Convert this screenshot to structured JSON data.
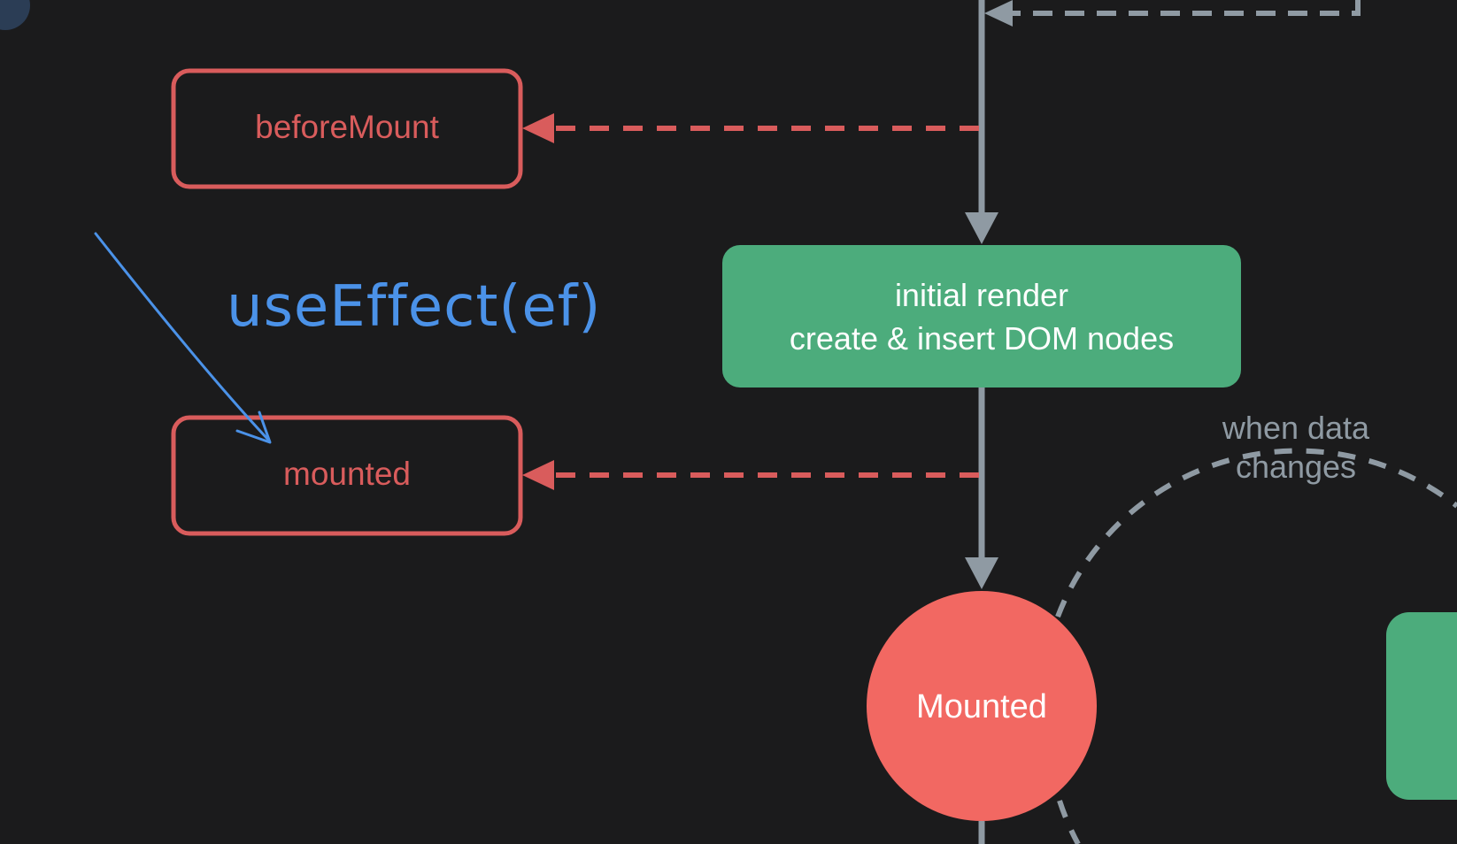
{
  "colors": {
    "background": "#1b1b1c",
    "hook": "#d95c5c",
    "flow_line": "#8f9aa3",
    "render_box": "#4cac7c",
    "mounted_state": "#f26862",
    "annotation": "#4b92e8",
    "label_text": "#ffffff"
  },
  "hooks": {
    "before_mount": "beforeMount",
    "mounted": "mounted"
  },
  "render_step": {
    "line1": "initial render",
    "line2": "create & insert DOM nodes"
  },
  "state": {
    "mounted": "Mounted"
  },
  "update_loop": {
    "line1": "when data",
    "line2": "changes"
  },
  "annotation": {
    "text": "useEffect(ef)",
    "icon": "hand-drawn-arrow-icon"
  }
}
